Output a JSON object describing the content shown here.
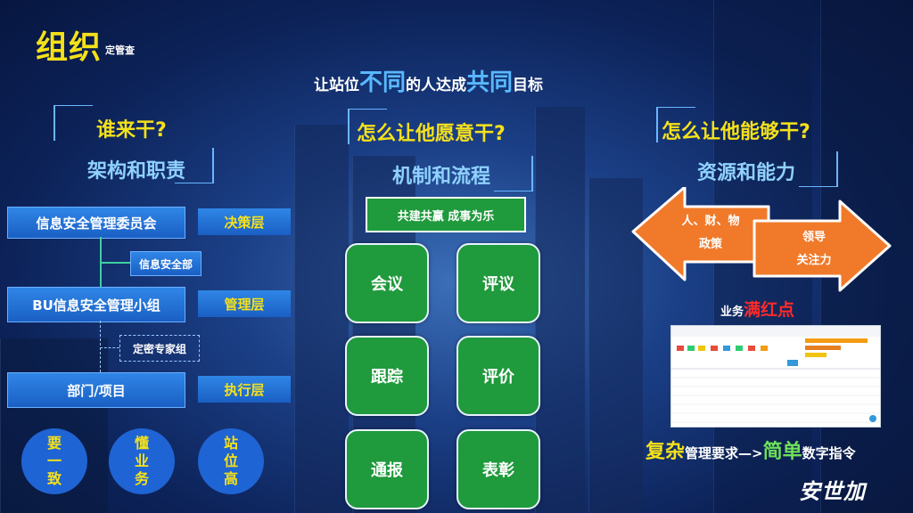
{
  "header": {
    "title": "组织",
    "subtitle": "定管查"
  },
  "headline": {
    "part1": "让站位",
    "em1": "不同",
    "part2": "的人达成",
    "em2": "共同",
    "part3": "目标"
  },
  "columns": [
    {
      "question": "谁来干?",
      "answer": "架构和职责"
    },
    {
      "question": "怎么让他愿意干?",
      "answer": "机制和流程"
    },
    {
      "question": "怎么让他能够干?",
      "answer": "资源和能力"
    }
  ],
  "org": {
    "committee": "信息安全管理委员会",
    "dept": "信息安全部",
    "bu_group": "BU信息安全管理小组",
    "expert": "定密专家组",
    "project": "部门/项目",
    "layers": [
      "决策层",
      "管理层",
      "执行层"
    ]
  },
  "principles": [
    {
      "lines": [
        "要",
        "一",
        "致"
      ]
    },
    {
      "lines": [
        "懂",
        "业",
        "务"
      ]
    },
    {
      "lines": [
        "站",
        "位",
        "高"
      ]
    }
  ],
  "mechanism": {
    "slogan": "共建共赢 成事为乐",
    "tiles": [
      "会议",
      "评议",
      "跟踪",
      "评价",
      "通报",
      "表彰"
    ]
  },
  "resources": {
    "left_arrow": [
      "人、财、物",
      "政策"
    ],
    "right_arrow": [
      "领导",
      "关注力"
    ],
    "hotspot_prefix": "业务",
    "hotspot_em": "满红点"
  },
  "footer": {
    "em1": "复杂",
    "text1": "管理要求—>",
    "em2": "简单",
    "text2": "数字指令",
    "logo": "安世加"
  },
  "colors": {
    "yellow": "#f5e11a",
    "blue_text": "#58b8ff",
    "green": "#1f9a3c",
    "orange": "#f07a2a",
    "red": "#ff2a2a"
  }
}
